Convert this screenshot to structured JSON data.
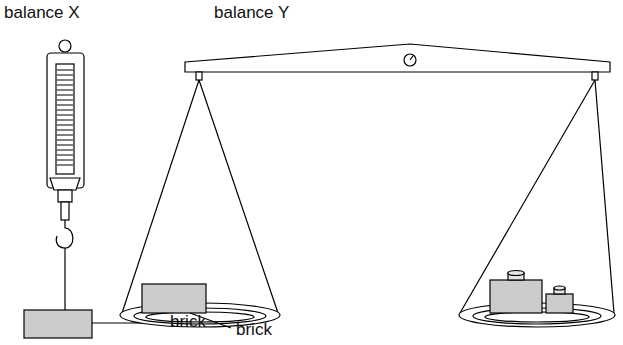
{
  "diagram": {
    "labels": [
      "balance X",
      "balance Y",
      "brick",
      "brick"
    ]
  }
}
